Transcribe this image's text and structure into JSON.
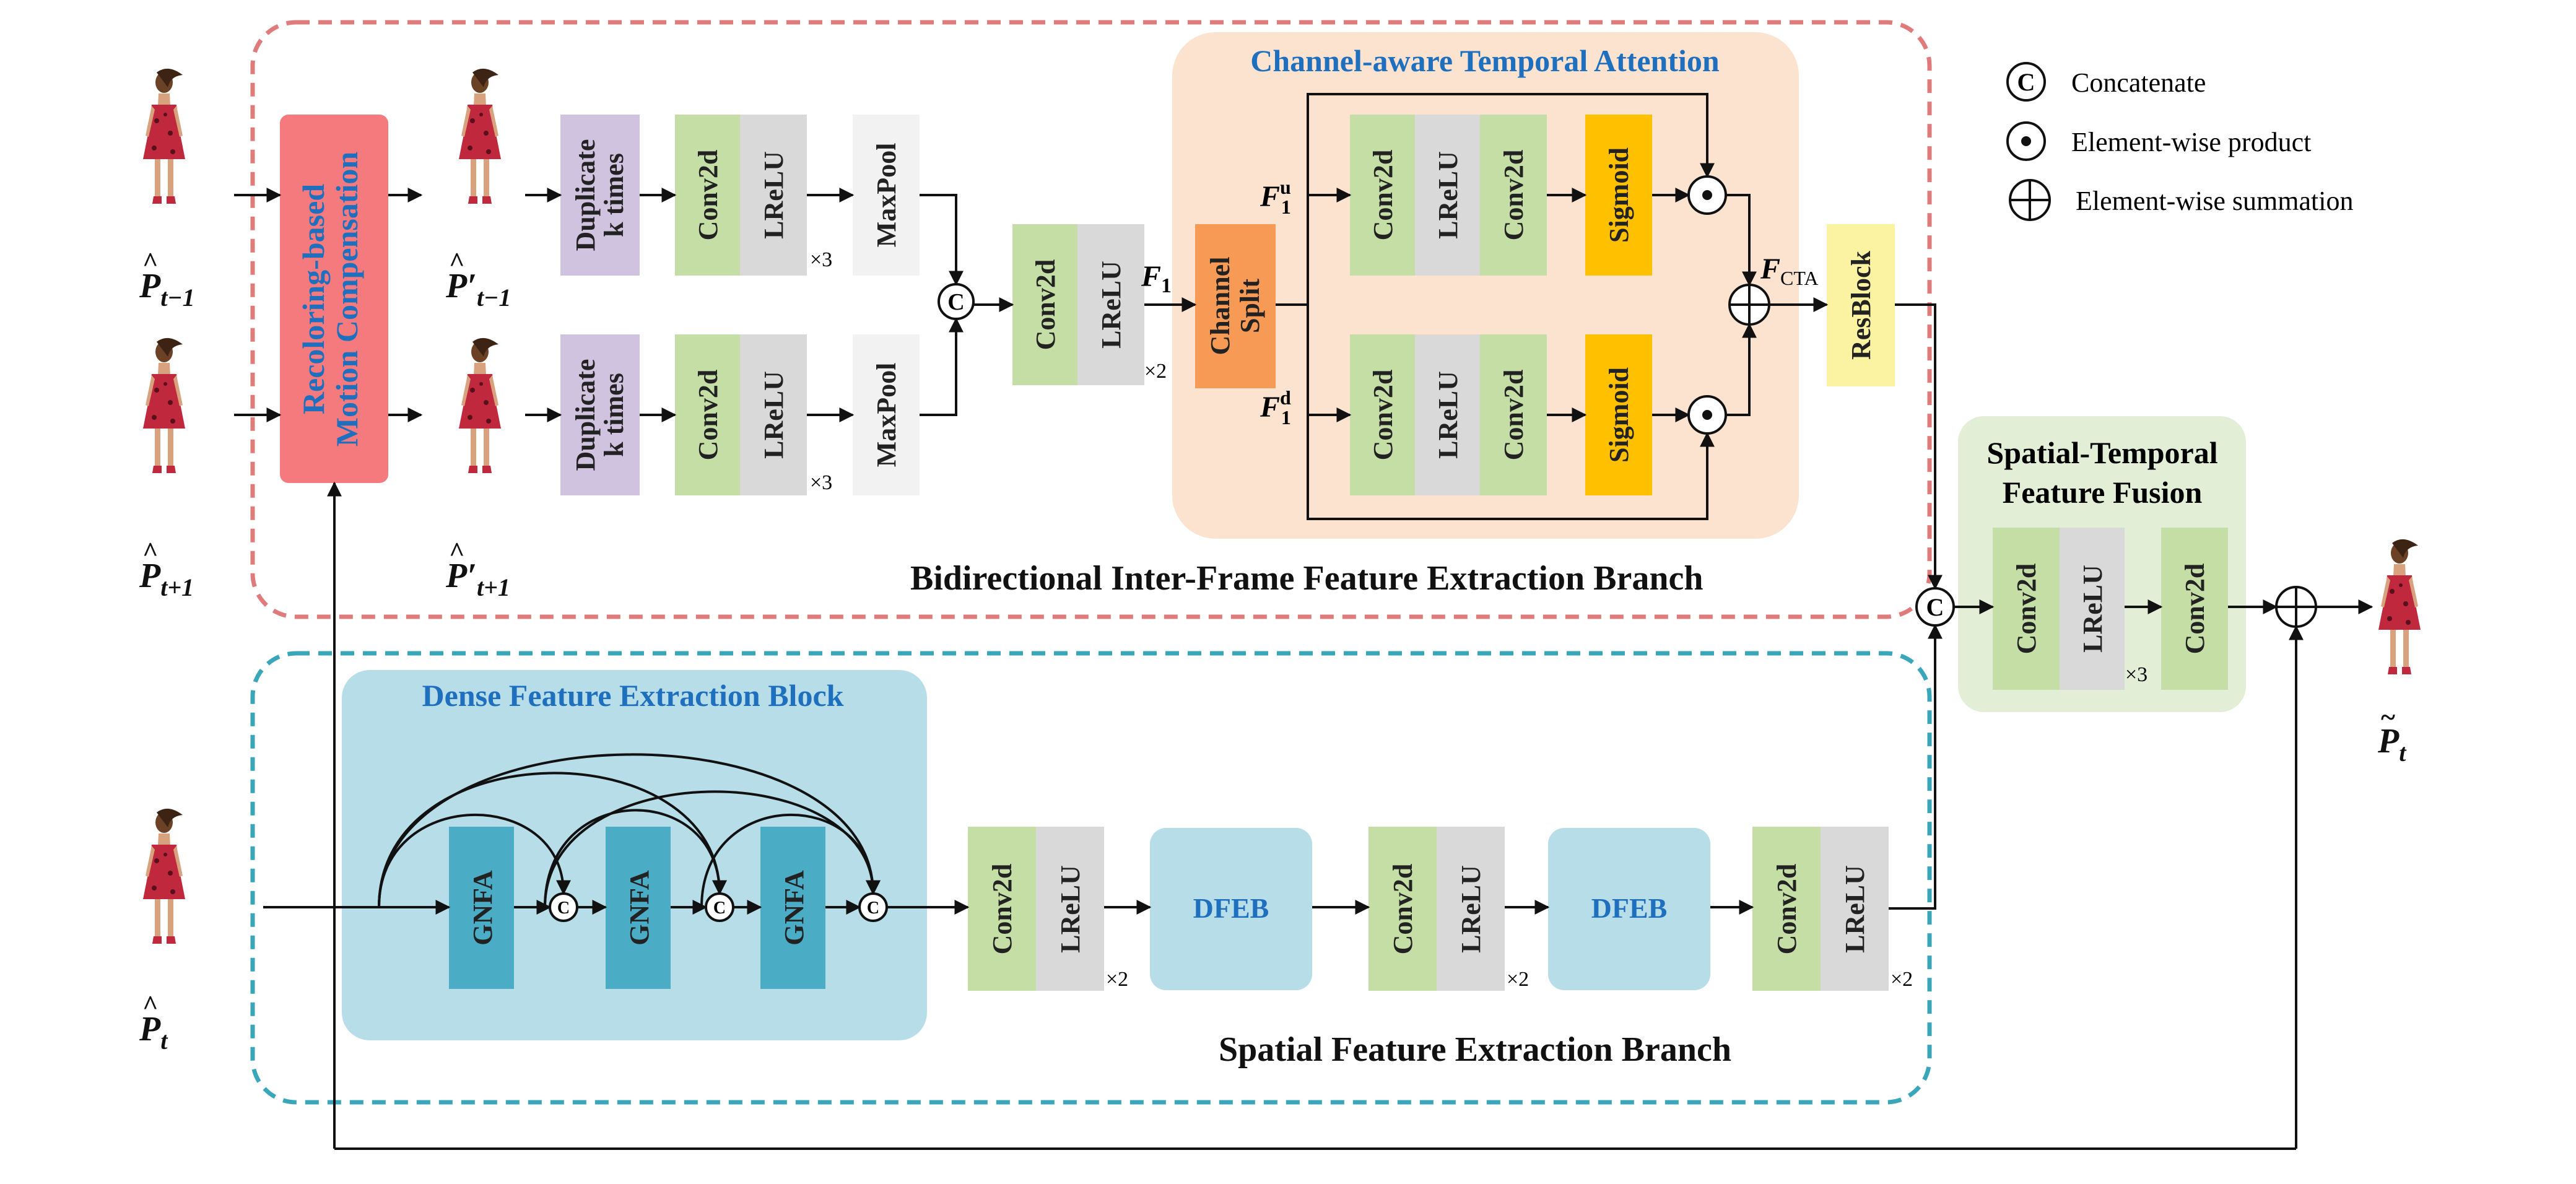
{
  "legend": {
    "concat_symbol": "C",
    "concat_label": "Concatenate",
    "product_label": "Element-wise product",
    "sum_label": "Element-wise summation"
  },
  "inputs": {
    "prev_main": "P",
    "prev_sub": "t−1",
    "next_main": "P",
    "next_sub": "t+1",
    "cur_main": "P",
    "cur_sub": "t",
    "mc_prev_main": "P′",
    "mc_prev_sub": "t−1",
    "mc_next_main": "P′",
    "mc_next_sub": "t+1",
    "out_main": "P",
    "out_sub": "t"
  },
  "blocks": {
    "recolor_line1": "Recoloring-based",
    "recolor_line2": "Motion Compensation",
    "duplicate_line1": "Duplicate",
    "duplicate_line2": "k times",
    "conv2d": "Conv2d",
    "lrelu": "LReLU",
    "maxpool": "MaxPool",
    "sigmoid": "Sigmoid",
    "split_line1": "Channel",
    "split_line2": "Split",
    "resblock": "ResBlock",
    "gnfa": "GNFA",
    "dfeb": "DFEB"
  },
  "repeats": {
    "x3": "×3",
    "x2": "×2"
  },
  "features": {
    "f1": "F",
    "f1_sub": "1",
    "f1u_sup": "u",
    "f1d_sup": "d",
    "fcta": "F",
    "fcta_sub": "CTA"
  },
  "titles": {
    "cta": "Channel-aware Temporal Attention",
    "bidirectional": "Bidirectional Inter-Frame Feature Extraction Branch",
    "stff_line1": "Spatial-Temporal",
    "stff_line2": "Feature Fusion",
    "dense": "Dense Feature Extraction Block",
    "spatial": "Spatial Feature Extraction Branch"
  },
  "colors": {
    "red_border": "#e07b7b",
    "teal_border": "#3aa6b9",
    "cta_bg": "#fbe3d0",
    "dense_bg": "#b7dde8",
    "stff_bg": "#e2efd6",
    "recolor": "#f47a7e",
    "duplicate": "#cfc3df",
    "conv": "#c5dea6",
    "lrelu": "#d9d9d9",
    "maxpool": "#f2f2f2",
    "sigmoid": "#ffc000",
    "split": "#f79a55",
    "resblock": "#fbf3a2",
    "gnfa": "#4bacc6",
    "dfeb": "#b7dde8",
    "title_blue": "#1f6fbf"
  }
}
